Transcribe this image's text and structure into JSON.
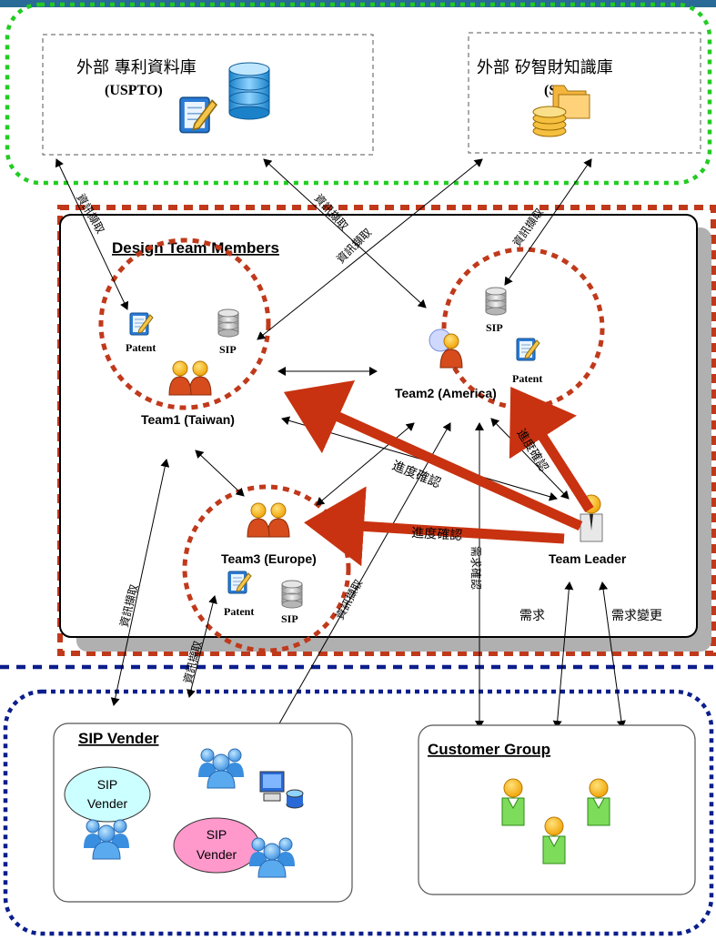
{
  "external": {
    "uspto": {
      "line1": "外部 專利資料庫",
      "line2": "(USPTO)"
    },
    "sip": {
      "line1": "外部 矽智財知識庫",
      "line2": "(SI"
    }
  },
  "design_team": {
    "title": "Design Team Members",
    "team1": {
      "name": "Team1 (Taiwan)",
      "patent": "Patent",
      "sip": "SIP"
    },
    "team2": {
      "name": "Team2 (America)",
      "patent": "Patent",
      "sip": "SIP"
    },
    "team3": {
      "name": "Team3 (Europe)",
      "patent": "Patent",
      "sip": "SIP"
    },
    "leader": "Team Leader"
  },
  "edge_labels": {
    "fetch": "資訊擷取",
    "progress": "進度確認",
    "requirement": "需求",
    "requirement_change": "需求變更",
    "requirement_confirm": "需求確認"
  },
  "sip_vender": {
    "title": "SIP Vender",
    "bubble1": {
      "line1": "SIP",
      "line2": "Vender"
    },
    "bubble2": {
      "line1": "SIP",
      "line2": "Vender"
    }
  },
  "customer_group": {
    "title": "Customer Group"
  },
  "colors": {
    "green_border": "#22cc22",
    "red_border": "#c0391b",
    "blue_border": "#0b1e8c",
    "thick_arrow": "#c83210",
    "team_circle": "#c0391b",
    "bubble1_fill": "#ccffff",
    "bubble2_fill": "#ff99cc",
    "top_bar": "#2a6a96"
  }
}
